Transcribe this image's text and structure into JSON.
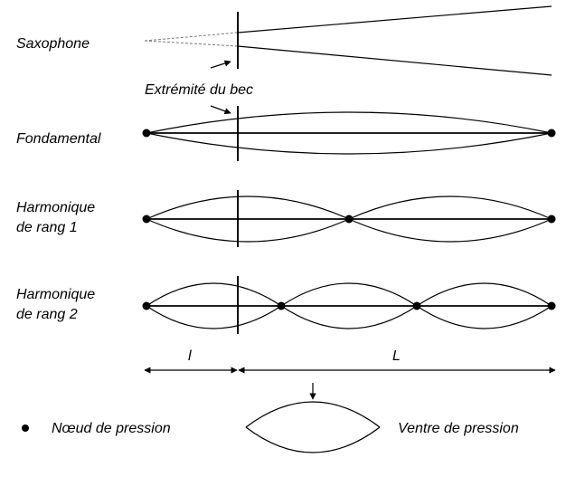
{
  "labels": {
    "saxophone": "Saxophone",
    "mouthpiece_tip": "Extrémité du bec",
    "fundamental": "Fondamental",
    "harmonic1_line1": "Harmonique",
    "harmonic1_line2": "de rang 1",
    "harmonic2_line1": "Harmonique",
    "harmonic2_line2": "de rang 2",
    "dim_short": "l",
    "dim_long": "L",
    "legend_node": "Nœud de pression",
    "legend_antinode": "Ventre de pression"
  }
}
